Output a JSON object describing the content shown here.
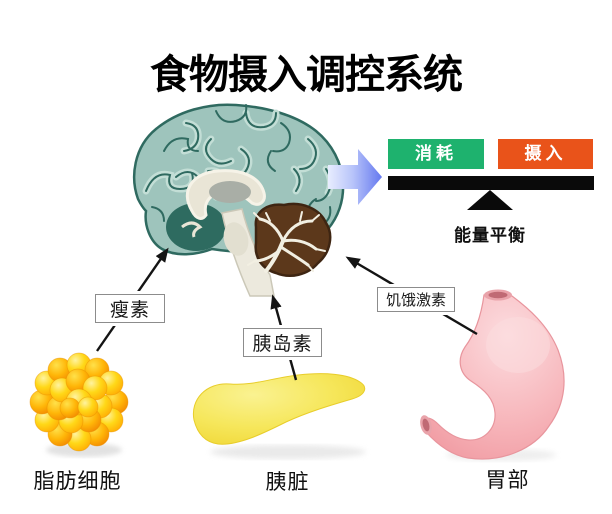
{
  "title": "食物摄入调控系统",
  "balance": {
    "expend_label": "消耗",
    "intake_label": "摄入",
    "caption": "能量平衡",
    "expend_color": "#1EB26E",
    "intake_color": "#E9531A",
    "beam_color": "#0a0a0a"
  },
  "hormone_labels": {
    "leptin": "瘦素",
    "insulin": "胰岛素",
    "ghrelin": "饥饿激素"
  },
  "organ_labels": {
    "fat_cells": "脂肪细胞",
    "pancreas": "胰脏",
    "stomach": "胃部"
  },
  "icons": {
    "brain": "sagittal-brain-illustration",
    "fat_cells": "fat-cell-cluster-illustration",
    "pancreas": "pancreas-illustration",
    "stomach": "stomach-illustration",
    "flow_arrow": "blue-right-arrow",
    "balance": "seesaw-balance"
  },
  "palette": {
    "brain_teal": "#9EC4BC",
    "brain_sulci": "#2F6A60",
    "cerebellum_brown": "#5C381B",
    "fat_yellow": "#FFC400",
    "pancreas_yellow": "#F5E54F",
    "stomach_pink": "#F5A9AF",
    "arrow_blue": "#8B9CF4",
    "line_black": "#141414"
  }
}
